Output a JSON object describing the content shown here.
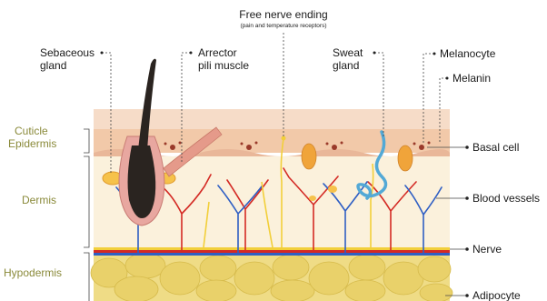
{
  "labels": {
    "free_nerve_ending": "Free nerve ending",
    "free_nerve_note": "(pain and temperature receptors)",
    "sebaceous_1": "Sebaceous",
    "sebaceous_2": "gland",
    "arrector_1": "Arrector",
    "arrector_2": "pili muscle",
    "sweat_1": "Sweat",
    "sweat_2": "gland",
    "melanocyte": "Melanocyte",
    "melanin": "Melanin",
    "basal_cell": "Basal cell",
    "blood_vessels": "Blood vessels",
    "nerve": "Nerve",
    "adipocyte": "Adipocyte"
  },
  "layers": {
    "cuticle": "Cuticle",
    "epidermis": "Epidermis",
    "dermis": "Dermis",
    "hypodermis": "Hypodermis"
  },
  "colors": {
    "epidermis_top": "#f6dcc8",
    "epidermis_band": "#f2c9a9",
    "dermis": "#fbf1dc",
    "hypodermis": "#efdc86",
    "fat_cell": "#e9d16a",
    "hair": "#2a2420",
    "follicle": "#e8a7a0",
    "artery": "#d42a24",
    "vein": "#2f5fc4",
    "nerve": "#f2cf3a",
    "sweat_duct": "#53a9d6",
    "muscle": "#e59a8a",
    "layer_text": "#8a8a3a"
  }
}
